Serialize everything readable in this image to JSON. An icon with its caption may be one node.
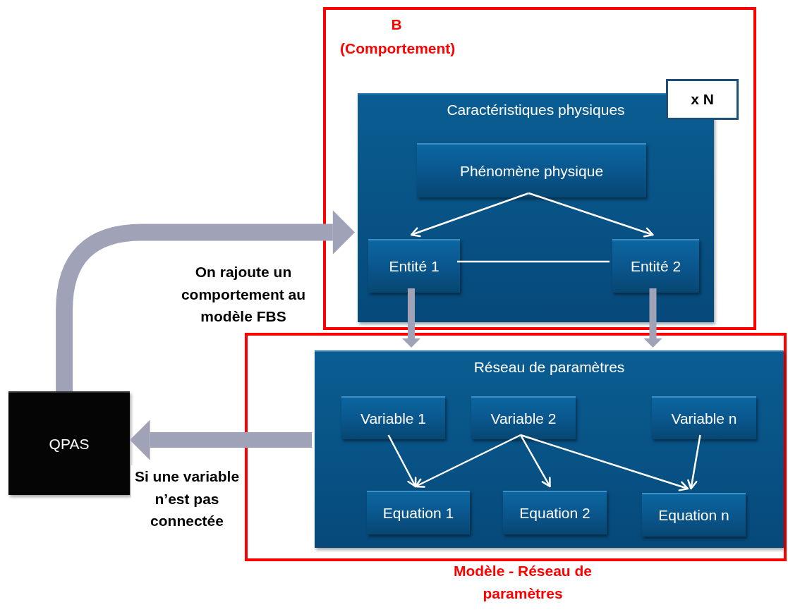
{
  "diagram": {
    "nodes": [
      {
        "text": [
          "B (Comportement)"
        ]
      },
      {
        "text": [
          "Caractéristiques physiques"
        ],
        "in": 0
      },
      {
        "text": [
          "x N"
        ],
        "in": 0
      },
      {
        "text": [
          "Phénomène physique"
        ],
        "in": 1
      },
      {
        "text": [
          "Entité 1"
        ],
        "in": 1
      },
      {
        "text": [
          "Entité 2"
        ],
        "in": 1
      },
      {
        "text": [
          "Modèle - Réseau de paramètres"
        ]
      },
      {
        "text": [
          "Réseau de paramètres"
        ],
        "in": 6
      },
      {
        "text": [
          "Variable 1"
        ],
        "in": 7
      },
      {
        "text": [
          "Variable 2"
        ],
        "in": 7
      },
      {
        "text": [
          "Variable n"
        ],
        "in": 7
      },
      {
        "text": [
          "Equation 1"
        ],
        "in": 7
      },
      {
        "text": [
          "Equation 2"
        ],
        "in": 7
      },
      {
        "text": [
          "Equation n"
        ],
        "in": 7
      },
      {
        "text": [
          "QPAS"
        ]
      }
    ],
    "edges": [
      {
        "from": 3,
        "to": 4,
        "arrow": "to"
      },
      {
        "from": 3,
        "to": 5,
        "arrow": "to"
      },
      {
        "from": 4,
        "to": 5,
        "arrow": "none"
      },
      {
        "from": 4,
        "to": 7,
        "arrow": "to",
        "style": "thick",
        "color": "#a0a3b8"
      },
      {
        "from": 5,
        "to": 7,
        "arrow": "to",
        "style": "thick",
        "color": "#a0a3b8"
      },
      {
        "from": 14,
        "to": 1,
        "arrow": "to",
        "style": "thick",
        "color": "#a0a3b8",
        "label": "On rajoute un comportement au modèle FBS"
      },
      {
        "from": 7,
        "to": 14,
        "arrow": "to",
        "style": "thick",
        "color": "#a0a3b8",
        "label": "Si une variable n’est pas connectée"
      },
      {
        "from": 8,
        "to": 11,
        "arrow": "to"
      },
      {
        "from": 9,
        "to": 11,
        "arrow": "to"
      },
      {
        "from": 9,
        "to": 12,
        "arrow": "to"
      },
      {
        "from": 9,
        "to": 13,
        "arrow": "to"
      },
      {
        "from": 10,
        "to": 13,
        "arrow": "to"
      }
    ]
  }
}
